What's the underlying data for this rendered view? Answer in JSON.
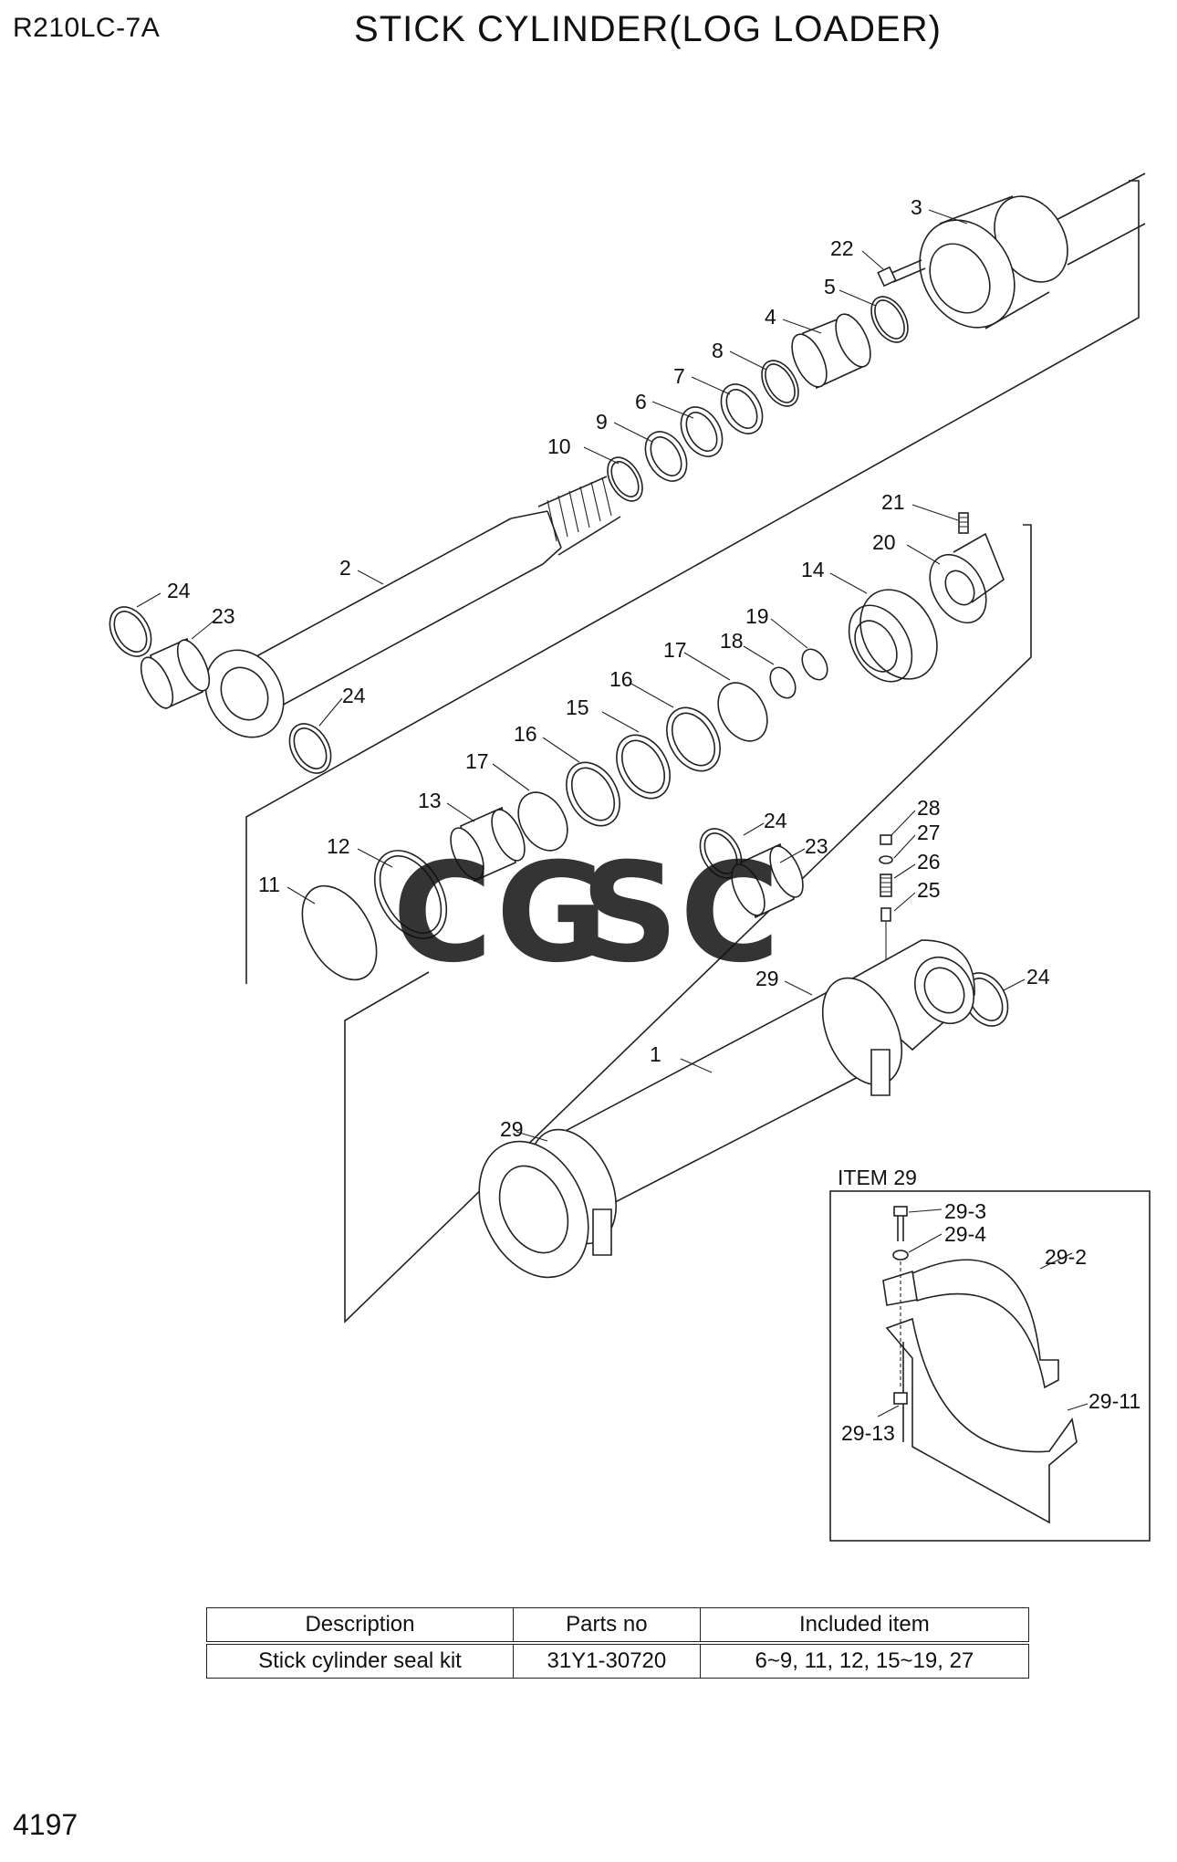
{
  "header": {
    "model": "R210LC-7A",
    "title": "STICK CYLINDER(LOG LOADER)"
  },
  "callouts": {
    "c1": "1",
    "c2": "2",
    "c3": "3",
    "c4": "4",
    "c5": "5",
    "c6": "6",
    "c7": "7",
    "c8": "8",
    "c9": "9",
    "c10": "10",
    "c11": "11",
    "c12": "12",
    "c13": "13",
    "c14": "14",
    "c15": "15",
    "c16a": "16",
    "c16b": "16",
    "c17a": "17",
    "c17b": "17",
    "c18": "18",
    "c19": "19",
    "c20": "20",
    "c21": "21",
    "c22": "22",
    "c23a": "23",
    "c23b": "23",
    "c24a": "24",
    "c24b": "24",
    "c24c": "24",
    "c24d": "24",
    "c25": "25",
    "c26": "26",
    "c27": "27",
    "c28": "28",
    "c29a": "29",
    "c29b": "29"
  },
  "inset": {
    "title": "ITEM 29",
    "labels": {
      "l29_3": "29-3",
      "l29_4": "29-4",
      "l29_2": "29-2",
      "l29_11": "29-11",
      "l29_13": "29-13"
    }
  },
  "watermark": {
    "letters": [
      "C",
      "G",
      "S",
      "C"
    ],
    "colors": [
      "#4e8ef4",
      "#ef5a4e",
      "#f6c43c",
      "#35a862"
    ]
  },
  "kit_table": {
    "headers": [
      "Description",
      "Parts no",
      "Included item"
    ],
    "rows": [
      [
        "Stick cylinder seal kit",
        "31Y1-30720",
        "6~9, 11, 12, 15~19, 27"
      ]
    ]
  },
  "footer": {
    "page_number": "4197"
  }
}
